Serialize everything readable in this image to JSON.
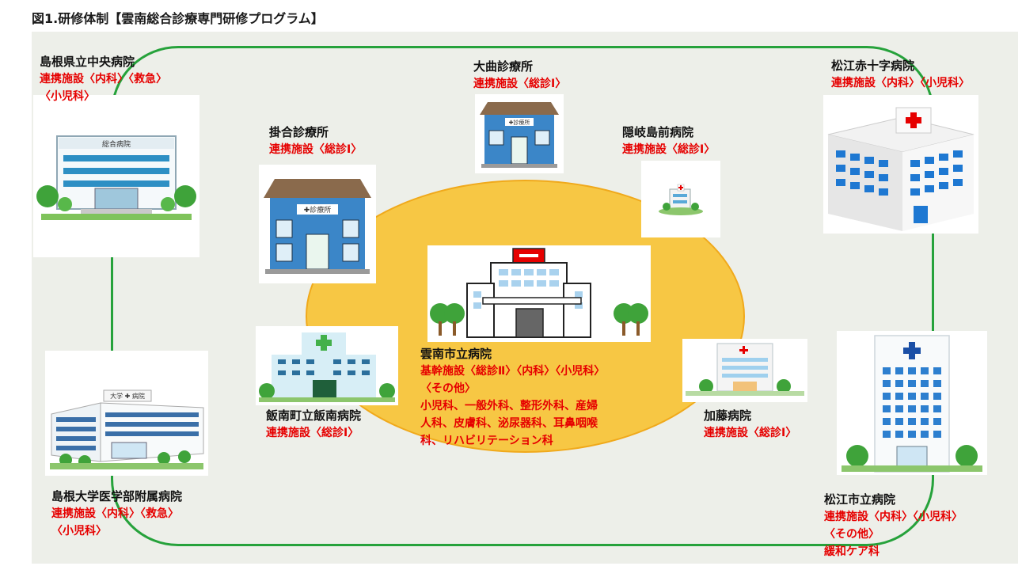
{
  "title": "図1.研修体制【雲南総合診療専門研修プログラム】",
  "hospitals": {
    "shimane_central": {
      "name": "島根県立中央病院",
      "roles": [
        "連携施設〈内科〉〈救急〉",
        "〈小児科〉"
      ],
      "sign": "総合病院"
    },
    "omagari": {
      "name": "大曲診療所",
      "roles": [
        "連携施設〈総診Ⅰ〉"
      ],
      "sign": "✚診療所"
    },
    "kakeai": {
      "name": "掛合診療所",
      "roles": [
        "連携施設〈総診Ⅰ〉"
      ],
      "sign": "✚診療所"
    },
    "oki": {
      "name": "隠岐島前病院",
      "roles": [
        "連携施設〈総診Ⅰ〉"
      ]
    },
    "matsue_redcross": {
      "name": "松江赤十字病院",
      "roles": [
        "連携施設〈内科〉〈小児科〉"
      ]
    },
    "unnan_city": {
      "name": "雲南市立病院",
      "roles": [
        "基幹施設〈総診Ⅱ〉〈内科〉〈小児科〉",
        "〈その他〉",
        "小児科、一般外科、整形外科、産婦",
        "人科、皮膚科、泌尿器科、耳鼻咽喉",
        "科、リハビリテーション科"
      ]
    },
    "iinan": {
      "name": "飯南町立飯南病院",
      "roles": [
        "連携施設〈総診Ⅰ〉"
      ]
    },
    "kato": {
      "name": "加藤病院",
      "roles": [
        "連携施設〈総診Ⅰ〉"
      ]
    },
    "shimane_univ": {
      "name": "島根大学医学部附属病院",
      "roles": [
        "連携施設〈内科〉〈救急〉",
        "〈小児科〉"
      ],
      "sign": "大学 ✚ 病院"
    },
    "matsue_city": {
      "name": "松江市立病院",
      "roles": [
        "連携施設〈内科〉〈小児科〉",
        "〈その他〉",
        "緩和ケア科"
      ]
    }
  }
}
